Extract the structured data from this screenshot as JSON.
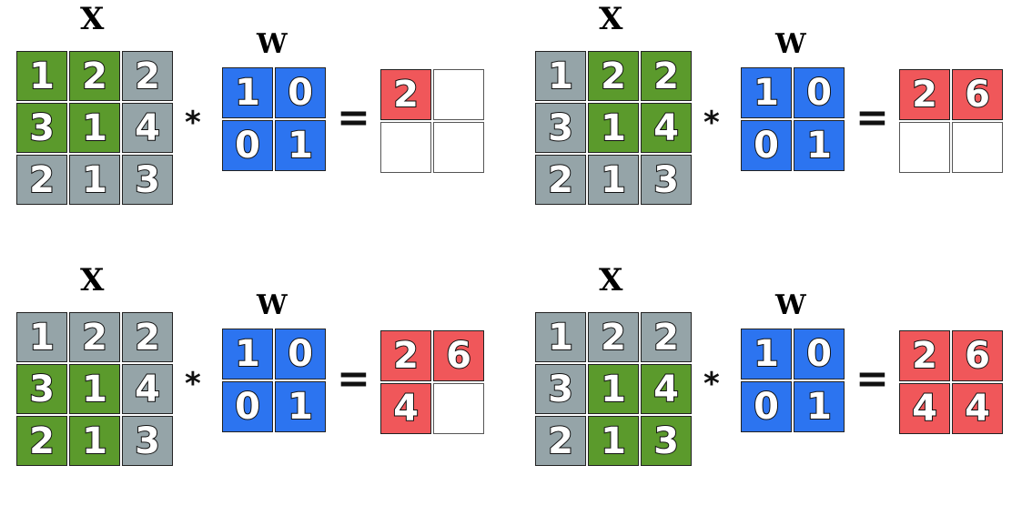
{
  "labels": {
    "x": "X",
    "w": "W",
    "star": "*",
    "equals": "="
  },
  "colors": {
    "inactive_input": "#95a4a8",
    "active_window": "#5b9a2c",
    "kernel": "#2c74f0",
    "output": "#f0575a",
    "empty": "#ffffff"
  },
  "x_values": [
    [
      1,
      2,
      2
    ],
    [
      3,
      1,
      4
    ],
    [
      2,
      1,
      3
    ]
  ],
  "w_values": [
    [
      1,
      0
    ],
    [
      0,
      1
    ]
  ],
  "steps": [
    {
      "window_row": 0,
      "window_col": 0,
      "output": [
        [
          "2",
          ""
        ],
        [
          "",
          ""
        ]
      ]
    },
    {
      "window_row": 0,
      "window_col": 1,
      "output": [
        [
          "2",
          "6"
        ],
        [
          "",
          ""
        ]
      ]
    },
    {
      "window_row": 1,
      "window_col": 0,
      "output": [
        [
          "2",
          "6"
        ],
        [
          "4",
          ""
        ]
      ]
    },
    {
      "window_row": 1,
      "window_col": 1,
      "output": [
        [
          "2",
          "6"
        ],
        [
          "4",
          "4"
        ]
      ]
    }
  ]
}
